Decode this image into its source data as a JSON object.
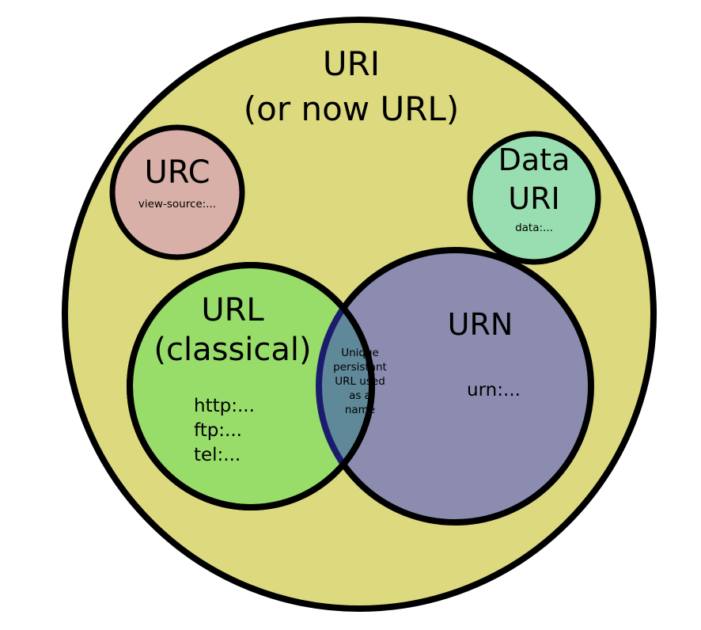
{
  "colors": {
    "background": "#ffffff",
    "outline": "#000000",
    "uri_fill": "#dcd97f",
    "urc_fill": "#d9b0a8",
    "data_uri_fill": "#99deb0",
    "url_fill": "#98dc6a",
    "urn_fill": "#8c8cb0",
    "overlap_fill": "#5f8898",
    "overlap_stroke": "#1c1c6e"
  },
  "uri": {
    "title_line1": "URI",
    "title_line2": "(or now URL)"
  },
  "urc": {
    "title": "URC",
    "example": "view-source:..."
  },
  "data_uri": {
    "title_line1": "Data",
    "title_line2": "URI",
    "example": "data:..."
  },
  "url": {
    "title_line1": "URL",
    "title_line2": "(classical)",
    "examples": [
      "http:...",
      "ftp:...",
      "tel:..."
    ]
  },
  "urn": {
    "title": "URN",
    "example": "urn:..."
  },
  "overlap": {
    "lines": [
      "Unique",
      "persistant",
      "URL used",
      "as a",
      "name"
    ]
  }
}
